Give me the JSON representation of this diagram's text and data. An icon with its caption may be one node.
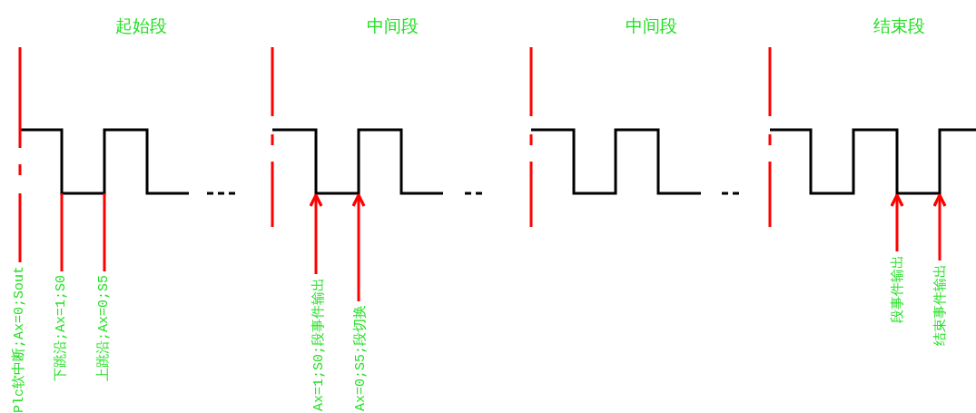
{
  "diagram": {
    "nodes": [
      {
        "text": [
          "Plc软中断;Ax=0;Sout"
        ]
      },
      {
        "text": [
          "下跳沿;Ax=1;S0"
        ]
      },
      {
        "text": [
          "上跳沿;Ax=0;S5"
        ]
      },
      {
        "text": [
          "Ax=1;S0;段事件输出"
        ]
      },
      {
        "text": [
          "Ax=0;S5;段切换"
        ]
      },
      {
        "text": [
          "段事件输出"
        ]
      },
      {
        "text": [
          "结束事件输出"
        ]
      },
      {
        "text": [],
        "shape": "waveform"
      },
      {
        "text": [],
        "shape": "waveform"
      },
      {
        "text": [],
        "shape": "waveform"
      },
      {
        "text": [],
        "shape": "waveform"
      }
    ],
    "edges": [
      {
        "from": 0,
        "to": null,
        "arrow": "none",
        "style": "dashed"
      },
      {
        "from": 1,
        "to": 7,
        "arrow": "none"
      },
      {
        "from": 2,
        "to": 7,
        "arrow": "none"
      },
      {
        "from": 3,
        "to": 8,
        "arrow": "to"
      },
      {
        "from": 4,
        "to": 8,
        "arrow": "to"
      },
      {
        "from": 5,
        "to": 10,
        "arrow": "to"
      },
      {
        "from": 6,
        "to": 10,
        "arrow": "to"
      }
    ],
    "labels": [
      "起始段",
      "中间段",
      "中间段",
      "结束段"
    ]
  }
}
